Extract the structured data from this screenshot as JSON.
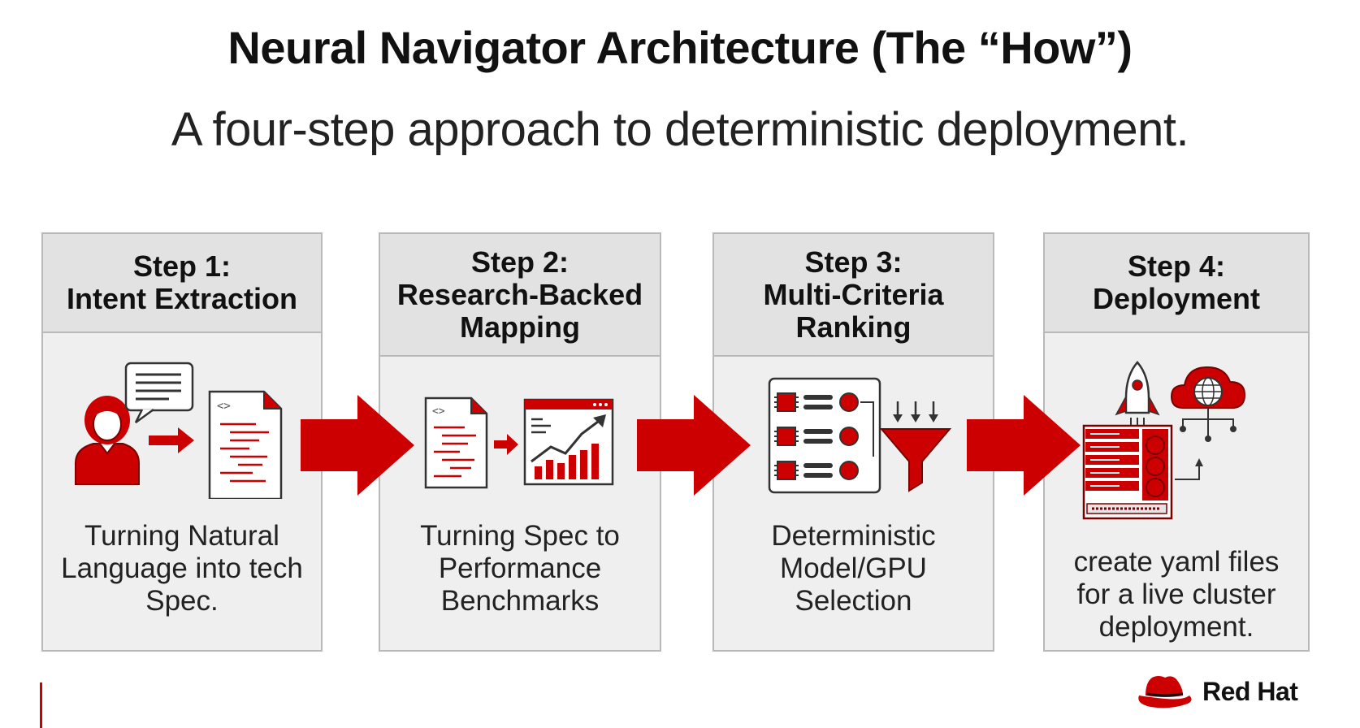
{
  "title": "Neural Navigator Architecture (The “How”)",
  "subtitle": "A four-step approach to deterministic deployment.",
  "colors": {
    "accent": "#cc0000",
    "panel_bg": "#efefef",
    "header_bg": "#e2e2e2",
    "border": "#b9b9b9"
  },
  "steps": [
    {
      "heading": [
        "Step 1:",
        "Intent Extraction"
      ],
      "description": [
        "Turning Natural",
        "Language into tech",
        "Spec."
      ],
      "icons": [
        "person-icon",
        "speech-bubble-icon",
        "arrow-right-icon",
        "code-document-icon"
      ]
    },
    {
      "heading": [
        "Step 2:",
        "Research-Backed",
        "Mapping"
      ],
      "description": [
        "Turning Spec to",
        "Performance",
        "Benchmarks"
      ],
      "icons": [
        "code-document-icon",
        "arrow-right-icon",
        "growth-chart-icon"
      ]
    },
    {
      "heading": [
        "Step 3:",
        "Multi-Criteria",
        "Ranking"
      ],
      "description": [
        "Deterministic",
        "Model/GPU",
        "Selection"
      ],
      "icons": [
        "chip-list-icon",
        "funnel-icon"
      ]
    },
    {
      "heading": [
        "Step 4:",
        "Deployment"
      ],
      "description": [
        "create yaml files",
        "for a live cluster",
        "deployment."
      ],
      "icons": [
        "rocket-icon",
        "cloud-globe-icon",
        "server-icon"
      ]
    }
  ],
  "brand": {
    "name": "Red Hat",
    "icon": "red-hat-logo-icon"
  }
}
